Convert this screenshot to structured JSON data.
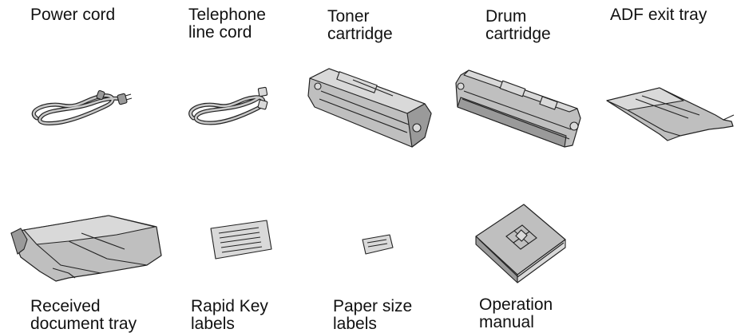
{
  "items": [
    {
      "id": "power-cord",
      "lines": [
        "Power cord"
      ]
    },
    {
      "id": "telephone-line-cord",
      "lines": [
        "Telephone",
        "line cord"
      ]
    },
    {
      "id": "toner-cartridge",
      "lines": [
        "Toner",
        "cartridge"
      ]
    },
    {
      "id": "drum-cartridge",
      "lines": [
        "Drum",
        "cartridge"
      ]
    },
    {
      "id": "adf-exit-tray",
      "lines": [
        "ADF exit tray"
      ]
    },
    {
      "id": "received-document-tray",
      "lines": [
        "Received",
        "document tray"
      ]
    },
    {
      "id": "rapid-key-labels",
      "lines": [
        "Rapid Key",
        "labels"
      ]
    },
    {
      "id": "paper-size-labels",
      "lines": [
        "Paper size",
        "labels"
      ]
    },
    {
      "id": "operation-manual",
      "lines": [
        "Operation",
        "manual"
      ]
    }
  ],
  "colors": {
    "illustration_fill": "#bfbfbf",
    "outline": "#222222",
    "text": "#111111"
  }
}
